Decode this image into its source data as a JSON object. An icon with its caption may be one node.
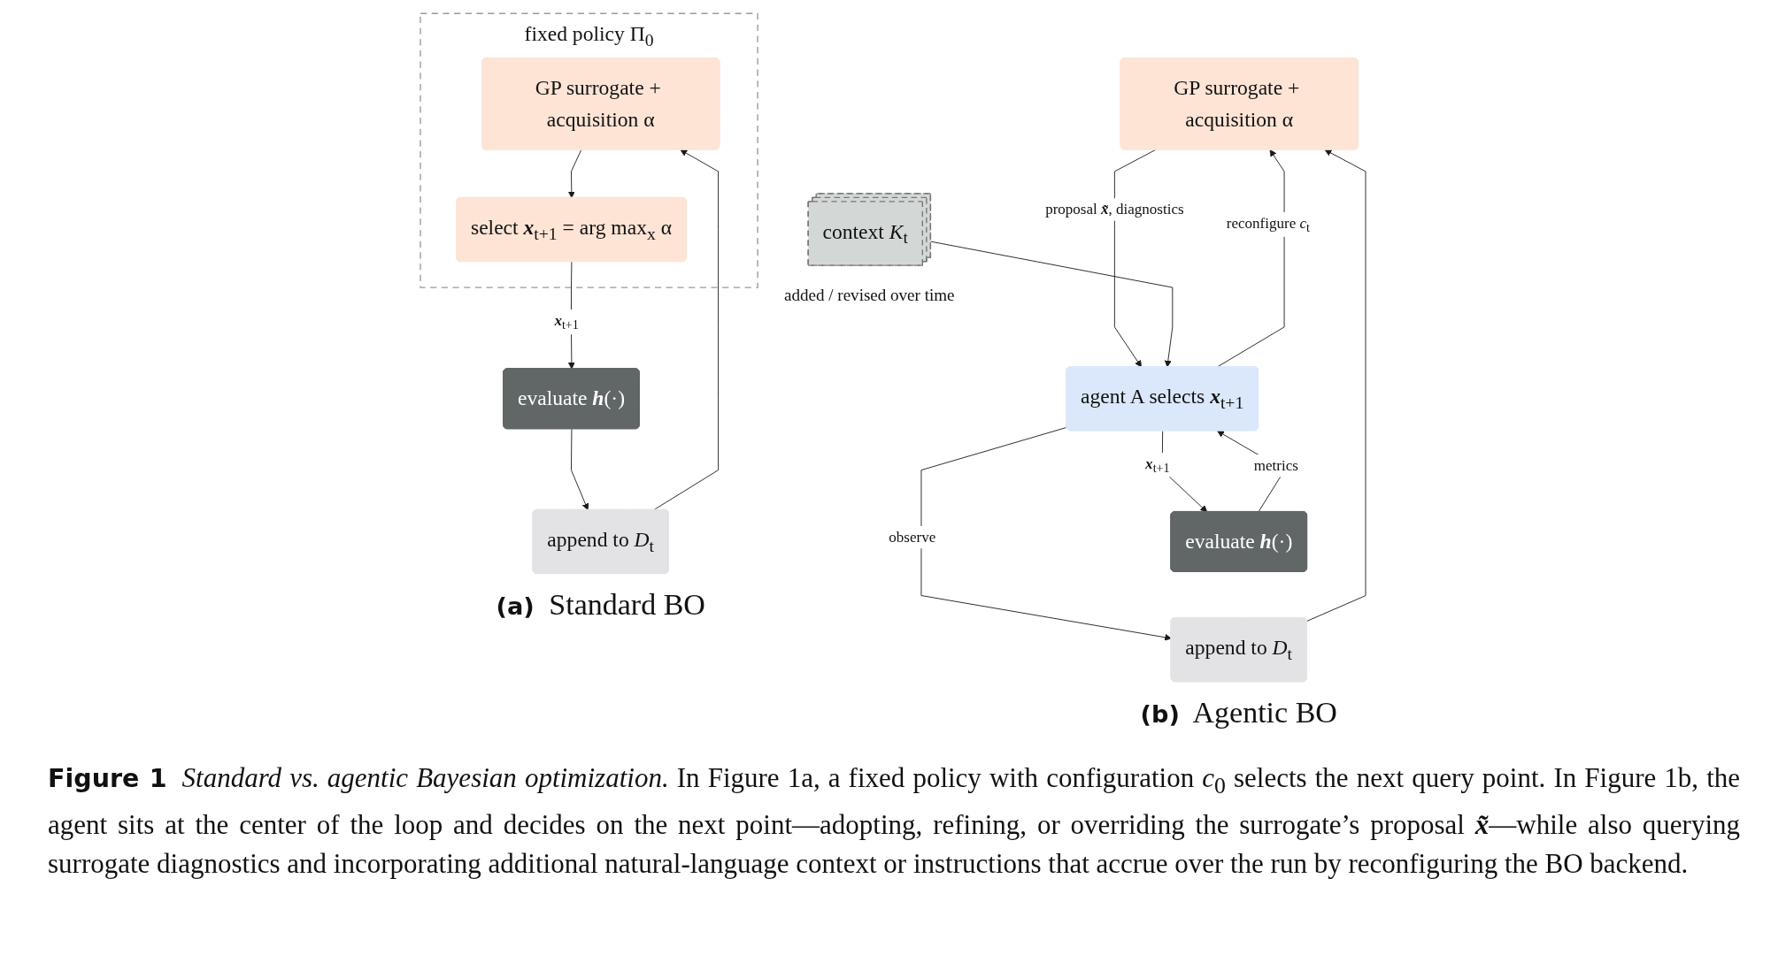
{
  "diagram": {
    "nodes": [
      {
        "text": [
          "fixed policy Π$_{0}$"
        ]
      },
      {
        "text": [
          "GP surrogate + acquisition α"
        ],
        "in": 0
      },
      {
        "text": [
          "select **x**$_{t+1}$ = arg max$_{x}$ α"
        ],
        "in": 0
      },
      {
        "text": [
          "evaluate **h**(·)"
        ]
      },
      {
        "text": [
          "append to *D*$_{t}$"
        ]
      },
      {
        "text": [
          "GP surrogate + acquisition α"
        ]
      },
      {
        "text": [
          "context *K*$_{t}$"
        ],
        "beside": [
          "added / revised over time"
        ]
      },
      {
        "text": [
          "agent A selects **x**$_{t+1}$"
        ]
      },
      {
        "text": [
          "evaluate **h**(·)"
        ]
      },
      {
        "text": [
          "append to *D*$_{t}$"
        ]
      }
    ],
    "edges": [
      {
        "from": 1,
        "to": 2,
        "arrow": "to"
      },
      {
        "from": 2,
        "to": 3,
        "arrow": "to",
        "label": "**x**$_{t+1}$"
      },
      {
        "from": 3,
        "to": 4,
        "arrow": "to"
      },
      {
        "from": 4,
        "to": 1,
        "arrow": "to"
      },
      {
        "from": 5,
        "to": 7,
        "arrow": "to",
        "label": "proposal **x̃**, diagnostics"
      },
      {
        "from": 7,
        "to": 5,
        "arrow": "to",
        "label": "reconfigure *c*$_{t}$"
      },
      {
        "from": 6,
        "to": 7,
        "arrow": "to"
      },
      {
        "from": 7,
        "to": 8,
        "arrow": "to",
        "label": "**x**$_{t+1}$"
      },
      {
        "from": 8,
        "to": 7,
        "arrow": "to",
        "label": "metrics"
      },
      {
        "from": 7,
        "to": 9,
        "arrow": "to",
        "label": "observe"
      },
      {
        "from": 9,
        "to": 5,
        "arrow": "to"
      }
    ],
    "labels": [
      "**(a)** Standard BO",
      "**(b)** Agentic BO"
    ],
    "caption": "**Figure 1** *Standard vs. agentic Bayesian optimization.* In Figure 1a, a fixed policy with configuration *c*$_{0}$ selects the next query point. In Figure 1b, the agent sits at the center of the loop and decides on the next point—adopting, refining, or overriding the surrogate’s proposal **x̃**—while also querying surrogate diagnostics and incorporating additional natural-language context or instructions that accrue over the run by reconfiguring the BO backend."
  }
}
